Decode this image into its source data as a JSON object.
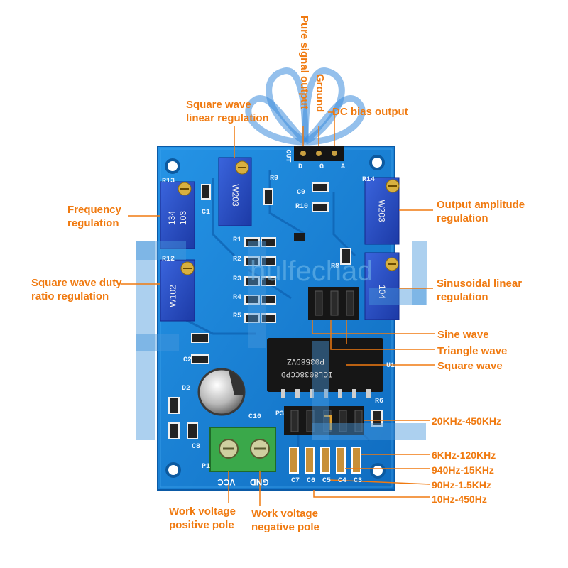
{
  "labels": {
    "square_linear": "Square wave\nlinear regulation",
    "frequency": "Frequency\nregulation",
    "duty": "Square wave duty\nratio regulation",
    "pure_signal": "Pure signal output",
    "ground": "Ground",
    "dc_bias": "DC bias output",
    "output_amplitude": "Output amplitude\nregulation",
    "sinusoidal_linear": "Sinusoidal linear\nregulation",
    "sine": "Sine wave",
    "triangle": "Triangle wave",
    "square": "Square wave",
    "range_1": "20KHz-450KHz",
    "range_2": "6KHz-120KHz",
    "range_3": "940Hz-15KHz",
    "range_4": "90Hz-1.5KHz",
    "range_5": "10Hz-450Hz",
    "work_pos": "Work voltage\npositive pole",
    "work_neg": "Work voltage\nnegative pole"
  },
  "board": {
    "chip_marking_1": "ICL8038CCPD",
    "chip_marking_2": "P0358DVZ",
    "pot_left_top_1": "134",
    "pot_left_top_2": "103",
    "pot_left_bottom": "W102",
    "pot_top": "W203",
    "pot_right_top": "W203",
    "pot_right_bottom": "104",
    "out_header": "OUT",
    "out_pins": "D G A",
    "terminal_vcc": "VCC",
    "terminal_gnd": "GND",
    "silk_r1": "R1",
    "silk_r2": "R2",
    "silk_r3": "R3",
    "silk_r4": "R4",
    "silk_r5": "R5",
    "silk_r6": "R6",
    "silk_r8": "R8",
    "silk_r9": "R9",
    "silk_r10": "R10",
    "silk_r12": "R12",
    "silk_r13": "R13",
    "silk_r14": "R14",
    "silk_c1": "C1",
    "silk_c2": "C2",
    "silk_c3": "C3",
    "silk_c4": "C4",
    "silk_c5": "C5",
    "silk_c6": "C6",
    "silk_c7": "C7",
    "silk_c8": "C8",
    "silk_c9": "C9",
    "silk_c10": "C10",
    "silk_u1": "U1",
    "silk_p1": "P1",
    "silk_p3": "P3",
    "silk_d2": "D2"
  },
  "watermark": "hulfechad",
  "colors": {
    "label": "#f07a10",
    "pcb": "#1a7fd0",
    "pcb_edge": "#3aa0e8",
    "pot": "#2a4fc8",
    "terminal": "#3aa84a"
  },
  "icons": [
    "logo-watermark-icon"
  ]
}
